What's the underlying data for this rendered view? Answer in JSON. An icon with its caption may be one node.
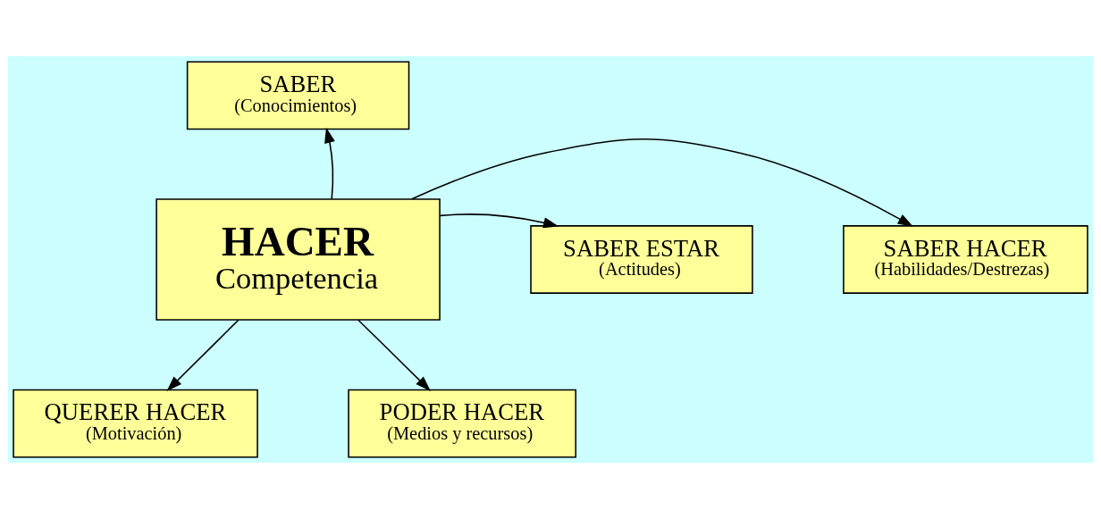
{
  "diagram": {
    "nodes": [
      {
        "text": [
          "SABER",
          "(Conocimientos)"
        ]
      },
      {
        "text": [
          "SABER HACER",
          "(Habilidades/Destrezas)"
        ]
      },
      {
        "text": [
          "HACER",
          "Competencia"
        ]
      },
      {
        "text": [
          "SABER ESTAR",
          "(Actitudes)"
        ]
      },
      {
        "text": [
          "QUERER HACER",
          "(Motivación)"
        ]
      },
      {
        "text": [
          "PODER HACER",
          "(Medios y recursos)"
        ]
      }
    ],
    "edges": [
      {
        "from": 2,
        "to": 0,
        "arrow": "to"
      },
      {
        "from": 2,
        "to": 1,
        "arrow": "to"
      },
      {
        "from": 2,
        "to": 3,
        "arrow": "to"
      },
      {
        "from": 2,
        "to": 4,
        "arrow": "to"
      },
      {
        "from": 2,
        "to": 5,
        "arrow": "to"
      }
    ]
  }
}
